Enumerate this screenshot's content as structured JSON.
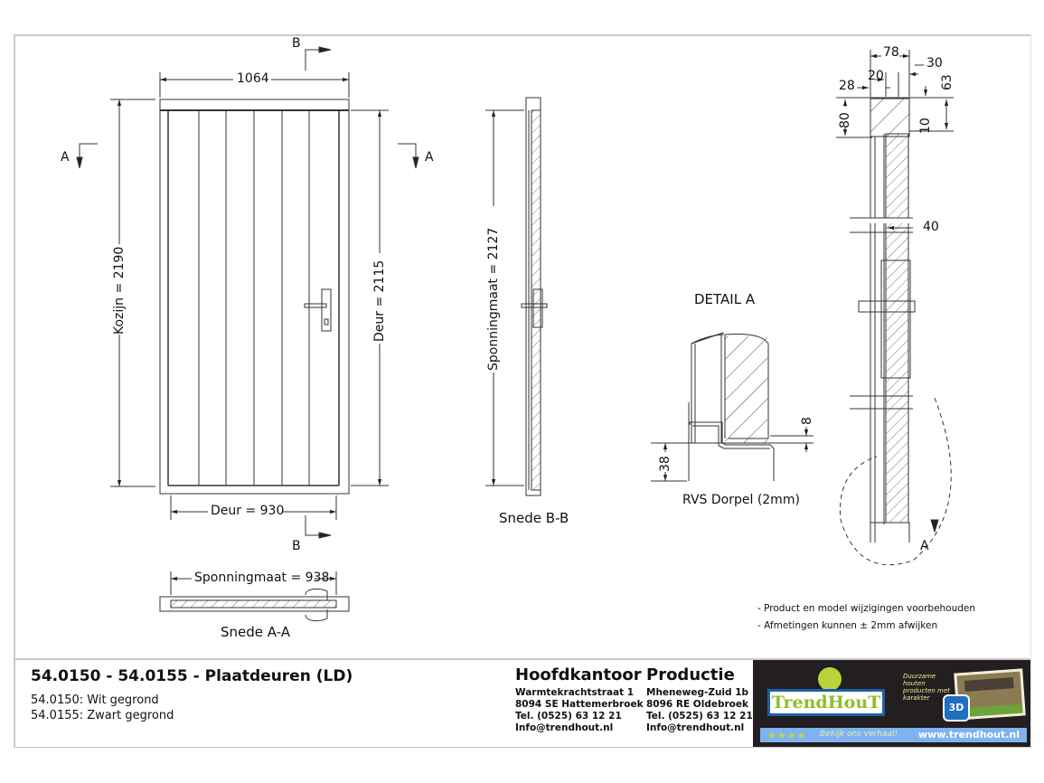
{
  "title_block": {
    "title": "54.0150 - 54.0155 - Plaatdeuren (LD)",
    "variants": [
      "54.0150: Wit gegrond",
      "54.0155: Zwart gegrond"
    ],
    "head_office": {
      "heading": "Hoofdkantoor",
      "lines": [
        "Warmtekrachtstraat 1",
        "8094 SE Hattemerbroek",
        "Tel. (0525) 63 12 21",
        "Info@trendhout.nl"
      ]
    },
    "production": {
      "heading": "Productie",
      "lines": [
        "Mheneweg-Zuid 1b",
        "8096 RE Oldebroek",
        "Tel. (0525) 63 12 21",
        "Info@trendhout.nl"
      ]
    },
    "logo": {
      "brand": "TrendHouT",
      "tagline": "Duurzame houten producten met karakter",
      "badge": "3D",
      "slogan": "Bekijk ons verhaal!",
      "website": "www.trendhout.nl",
      "stars": "★★★★"
    }
  },
  "notes": [
    "- Product en model wijzigingen voorbehouden",
    "- Afmetingen kunnen ± 2mm afwijken"
  ],
  "front_view": {
    "width_total": "1064",
    "height_frame": "Kozijn = 2190",
    "height_door": "Deur = 2115",
    "width_door": "Deur = 930",
    "section_marker_a": "A",
    "section_marker_b": "B"
  },
  "section_bb": {
    "dimension": "Sponningmaat = 2127",
    "caption": "Snede B-B"
  },
  "section_aa": {
    "dimension": "Sponningmaat = 938",
    "caption": "Snede A-A"
  },
  "detail_a": {
    "title": "DETAIL  A",
    "dim_height": "38",
    "dim_gap": "8",
    "caption": "RVS Dorpel (2mm)"
  },
  "side_profile": {
    "dims": {
      "d78": "78",
      "d30": "30",
      "d20": "20",
      "d28": "28",
      "d63": "63",
      "d80": "80",
      "d10": "10",
      "d40": "40"
    },
    "detail_marker": "A"
  },
  "colors": {
    "line": "#333333",
    "frame": "#c8c8c8",
    "logo_bg": "#231f20",
    "logo_bar": "#7fb2f0",
    "logo_green": "#8dbf2a",
    "logo_blue": "#1f5fa5"
  }
}
